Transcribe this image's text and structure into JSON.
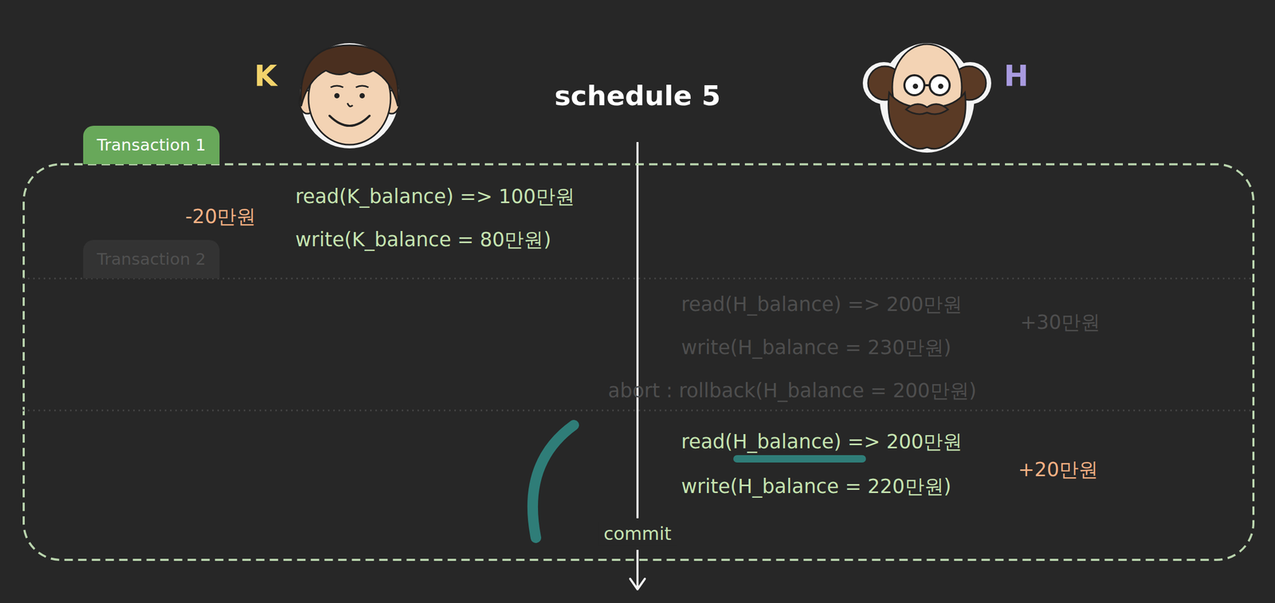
{
  "diagram": {
    "title": "schedule 5",
    "nodes": [
      {
        "text": [
          "Transaction 1"
        ]
      },
      {
        "text": [
          "Transaction 2"
        ],
        "in": 0
      }
    ],
    "labels": [
      "K",
      "H",
      "read(K_balance) => 100만원",
      "-20만원",
      "write(K_balance = 80만원)",
      "read(H_balance) => 200만원",
      "+30만원",
      "write(H_balance = 230만원)",
      "abort : rollback(H_balance = 200만원)",
      "read(H_balance) => 200만원",
      "+20만원",
      "write(H_balance = 220만원)",
      "commit"
    ]
  }
}
